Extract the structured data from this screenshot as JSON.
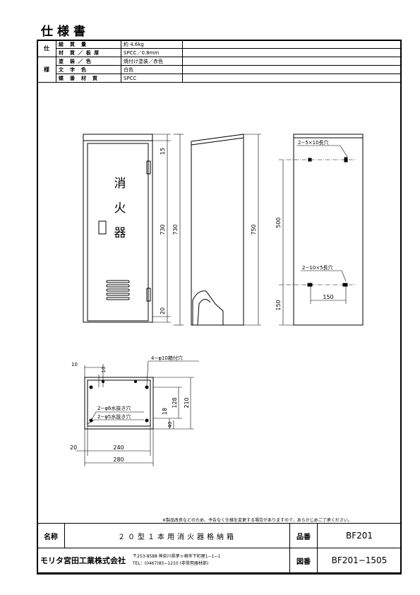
{
  "title": "仕様書",
  "spec": {
    "side_top": "仕",
    "side_bottom": "様",
    "rows": [
      {
        "key": "総　質　量",
        "value": "約 4.6kg"
      },
      {
        "key": "材　質 ／ 板 厚",
        "value": "SPCC／0.8mm"
      },
      {
        "key": "塗　装 ／ 色",
        "value": "焼付け塗装／赤色"
      },
      {
        "key": "文　字　色",
        "value": "白色"
      },
      {
        "key": "蝶　番　材　質",
        "value": "SPCC"
      }
    ]
  },
  "drawing": {
    "front_text_1": "消",
    "front_text_2": "火",
    "front_text_3": "器",
    "dims": {
      "front_top": "15",
      "front_height": "730",
      "front_bottom": "20",
      "side_height": "750",
      "rear_500": "500",
      "rear_150v": "150",
      "rear_150h": "150",
      "hole_top": "2−5×10長穴",
      "hole_bottom": "2−10×5長穴",
      "plan_10a": "10",
      "plan_10b": "10",
      "plan_4phi": "4−φ10箱付穴",
      "plan_2phi6": "2−φ6水抜き穴",
      "plan_2phi5": "2−φ5水抜き穴",
      "plan_128": "128",
      "plan_18": "18",
      "plan_40": "40",
      "plan_210": "210",
      "plan_20": "20",
      "plan_240": "240",
      "plan_280": "280"
    }
  },
  "note": "※製品改良などのため、予告なく仕様を変更する場合がありますので、あらかじめご了承ください。",
  "footer": {
    "name_label": "名称",
    "name_value": "２０型１本用消火器格納箱",
    "part_label": "品番",
    "part_value": "BF201",
    "company": "モリタ宮田工業株式会社",
    "address": "〒253-8588 神奈川県茅ヶ崎市下町屋1−1−1",
    "tel": "TEL：(0467)85−1210 (非常用器材部)",
    "drawing_label": "図番",
    "drawing_value": "BF201−1505"
  }
}
